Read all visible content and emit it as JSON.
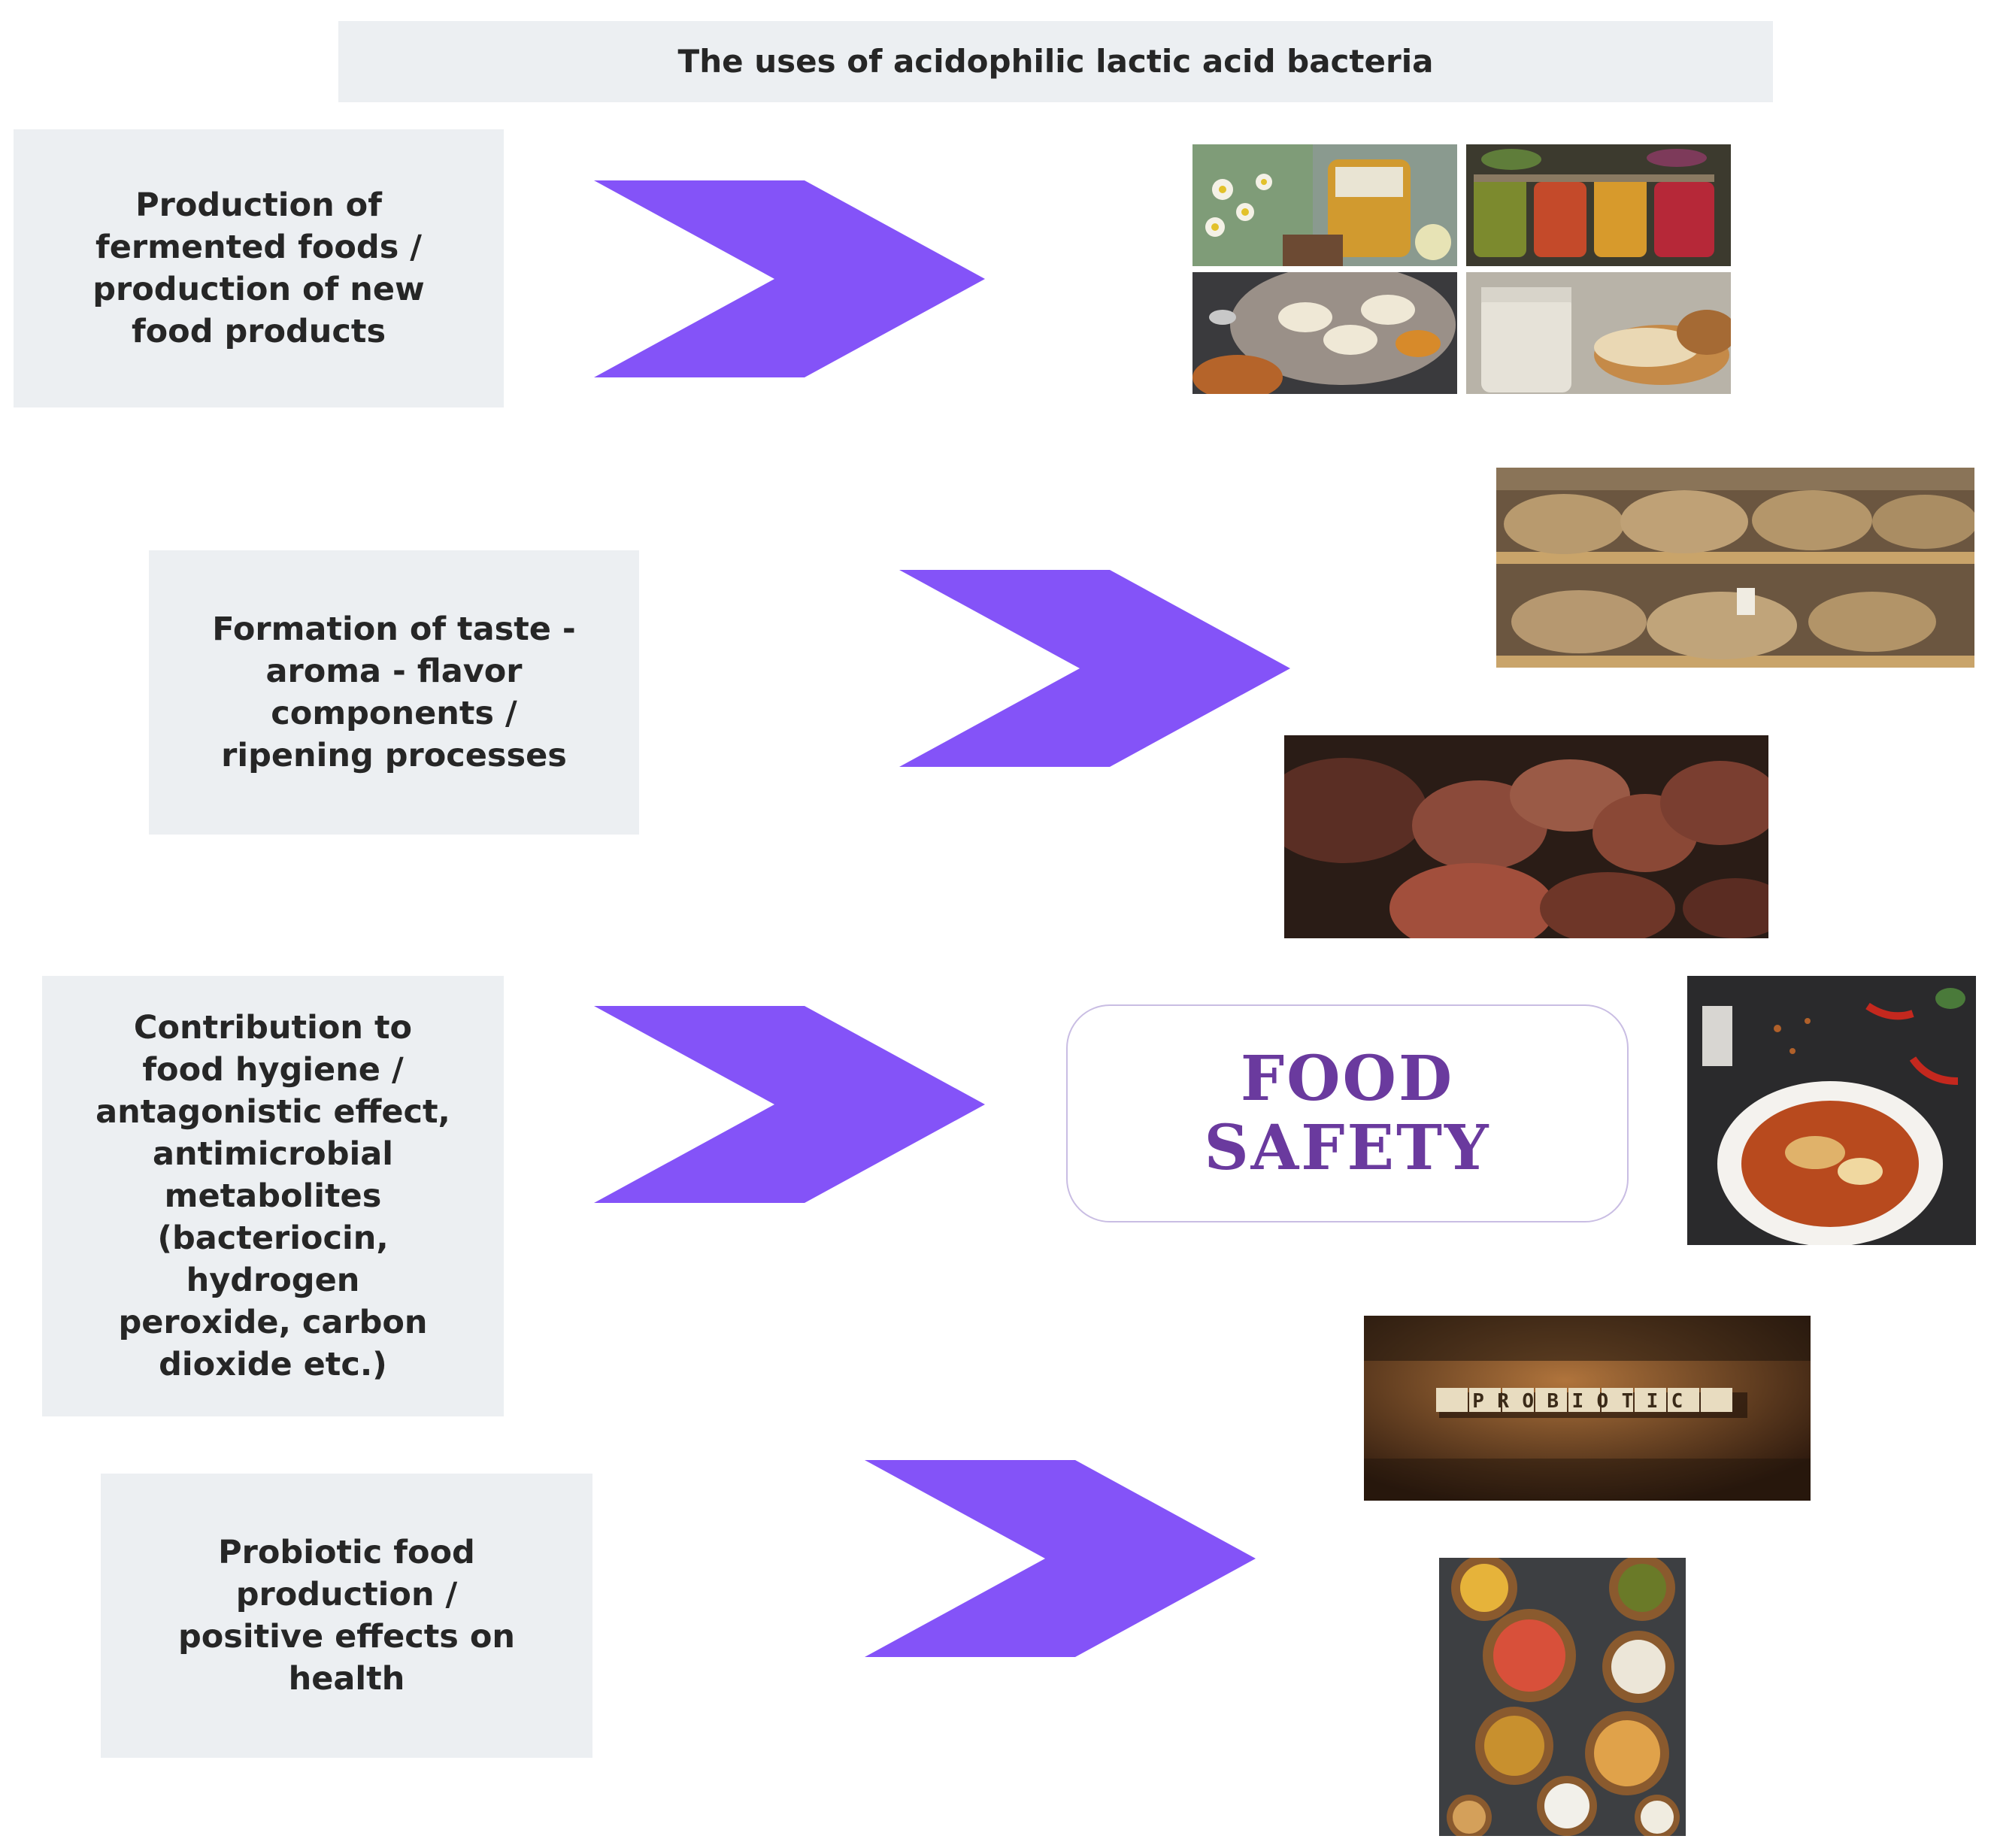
{
  "title": "The uses of acidophilic lactic acid bacteria",
  "accent_color": "#8453f8",
  "food_safety_color": "#6a3a9e",
  "uses": [
    {
      "text": "Production of\nfermented foods /\nproduction of new\nfood products"
    },
    {
      "text": "Formation of taste -\naroma - flavor\ncomponents /\nripening processes"
    },
    {
      "text": "Contribution to\nfood hygiene /\nantagonistic effect,\nantimicrobial\nmetabolites\n(bacteriocin,\nhydrogen\nperoxide, carbon\ndioxide etc.)"
    },
    {
      "text": "Probiotic food\nproduction /\npositive effects on\nhealth"
    }
  ],
  "food_safety": {
    "line1": "FOOD",
    "line2": "SAFETY"
  },
  "images": {
    "collage": [
      "herbal-tea-jars-photo",
      "pickled-vegetable-jars-photo",
      "idli-chutney-plate-photo",
      "sourdough-bread-starter-photo"
    ],
    "cheese": "aged-cheese-wheels-on-shelves-photo",
    "sausage": "fermented-sausages-photo",
    "soup": "spicy-soup-bowl-photo",
    "probiotic_tiles_word": "PROBIOTIC",
    "fermented_bowls": "fermented-foods-in-bowls-photo"
  }
}
